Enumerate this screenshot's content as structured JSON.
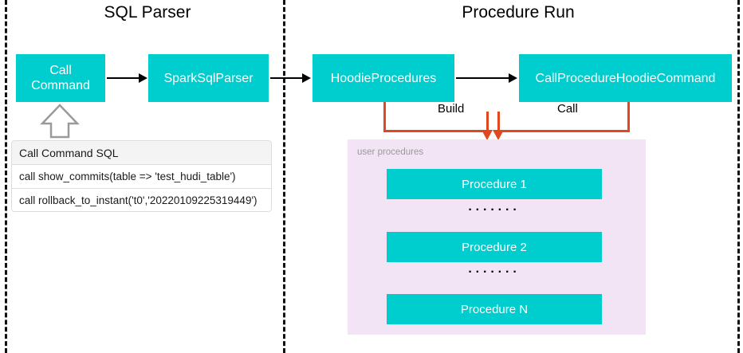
{
  "sections": {
    "left": {
      "title": "SQL Parser"
    },
    "right": {
      "title": "Procedure Run"
    }
  },
  "nodes": {
    "call_command": "Call\nCommand",
    "call_command_line1": "Call",
    "call_command_line2": "Command",
    "spark_sql_parser": "SparkSqlParser",
    "hoodie_procedures": "HoodieProcedures",
    "call_procedure_hoodie_command": "CallProcedureHoodieCommand"
  },
  "edges": {
    "build_label": "Build",
    "call_label": "Call"
  },
  "sql_table": {
    "header": "Call Command SQL",
    "rows": [
      "call show_commits(table => 'test_hudi_table')",
      "call rollback_to_instant('t0','20220109225319449')"
    ]
  },
  "procedures_panel": {
    "caption": "user procedures",
    "items": [
      "Procedure 1",
      "Procedure 2",
      "Procedure N"
    ],
    "separator": "·······"
  },
  "colors": {
    "node_fill": "#00CDCD",
    "node_text": "#FFFFFF",
    "panel_fill": "#F2E3F5",
    "connector_orange": "#E0481D",
    "arrow_black": "#000000",
    "divider": "#111111",
    "table_header_fill": "#F4F4F4",
    "caption_gray": "#9A9A9A"
  }
}
